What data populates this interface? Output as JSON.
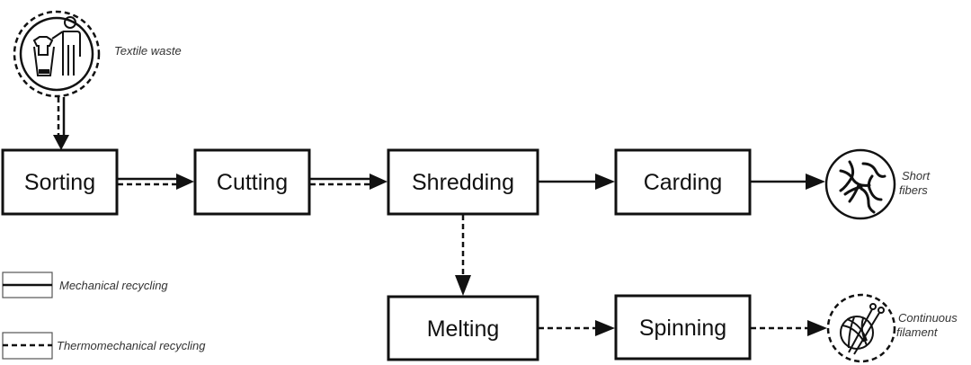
{
  "nodes": {
    "sorting": "Sorting",
    "cutting": "Cutting",
    "shredding": "Shredding",
    "carding": "Carding",
    "melting": "Melting",
    "spinning": "Spinning"
  },
  "endpoints": {
    "input": {
      "label": "Textile waste",
      "icon": "textile-waste-icon"
    },
    "short_fibers": {
      "label_line1": "Short",
      "label_line2": "fibers",
      "icon": "short-fibers-icon"
    },
    "continuous_filament": {
      "label_line1": "Continuous",
      "label_line2": "filament",
      "icon": "yarn-ball-icon"
    }
  },
  "legend": {
    "mechanical": "Mechanical recycling",
    "thermomechanical": "Thermomechanical recycling"
  },
  "flows": [
    {
      "from": "Textile waste",
      "to": "Sorting",
      "types": [
        "mechanical",
        "thermomechanical"
      ]
    },
    {
      "from": "Sorting",
      "to": "Cutting",
      "types": [
        "mechanical",
        "thermomechanical"
      ]
    },
    {
      "from": "Cutting",
      "to": "Shredding",
      "types": [
        "mechanical",
        "thermomechanical"
      ]
    },
    {
      "from": "Shredding",
      "to": "Carding",
      "types": [
        "mechanical"
      ]
    },
    {
      "from": "Carding",
      "to": "Short fibers",
      "types": [
        "mechanical"
      ]
    },
    {
      "from": "Shredding",
      "to": "Melting",
      "types": [
        "thermomechanical"
      ]
    },
    {
      "from": "Melting",
      "to": "Spinning",
      "types": [
        "thermomechanical"
      ]
    },
    {
      "from": "Spinning",
      "to": "Continuous filament",
      "types": [
        "thermomechanical"
      ]
    }
  ]
}
